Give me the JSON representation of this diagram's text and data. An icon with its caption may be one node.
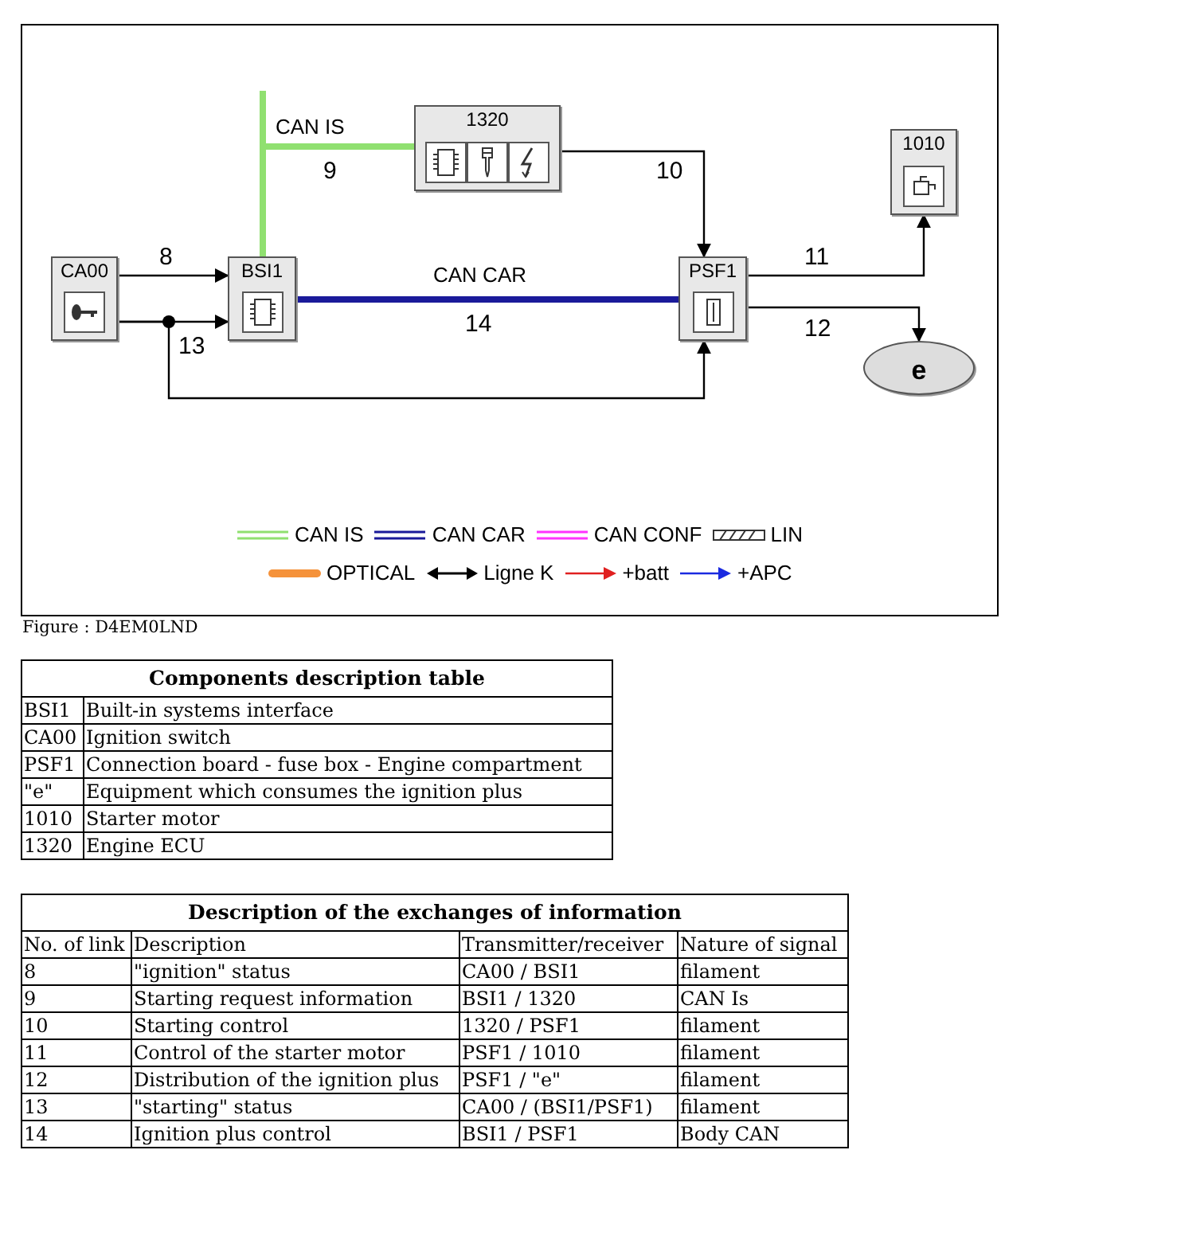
{
  "diagram": {
    "caption": "Figure : D4EM0LND",
    "nodes": [
      {
        "text": [
          "CA00"
        ]
      },
      {
        "text": [
          "BSI1"
        ]
      },
      {
        "text": [
          "1320"
        ]
      },
      {
        "text": [
          "PSF1"
        ]
      },
      {
        "text": [
          "1010"
        ]
      },
      {
        "text": [
          "e"
        ]
      }
    ],
    "edges": [
      {
        "from": 0,
        "to": 1,
        "arrow": "to",
        "label": "8"
      },
      {
        "from": 1,
        "to": 2,
        "arrow": "none",
        "label": "9",
        "style": "thick",
        "color": "#90e070"
      },
      {
        "from": 1,
        "to": null,
        "arrow": "none",
        "style": "thick",
        "color": "#90e070"
      },
      {
        "from": 2,
        "to": 3,
        "arrow": "to",
        "label": "10"
      },
      {
        "from": 3,
        "to": 4,
        "arrow": "to",
        "label": "11"
      },
      {
        "from": 3,
        "to": 5,
        "arrow": "to",
        "label": "12"
      },
      {
        "from": 0,
        "to": 1,
        "arrow": "to",
        "label": "13"
      },
      {
        "from": 0,
        "to": 3,
        "arrow": "to"
      },
      {
        "from": 1,
        "to": 3,
        "arrow": "none",
        "label": "14",
        "style": "thick",
        "color": "#1a1a9a"
      }
    ],
    "labels": [
      "CAN IS",
      "CAN CAR",
      "Components description table",
      "BSI1",
      "Built-in systems interface",
      "CA00",
      "Ignition switch",
      "PSF1",
      "Connection board - fuse box - Engine compartment",
      "\"e\"",
      "Equipment which consumes the ignition plus",
      "1010",
      "Starter motor",
      "1320",
      "Engine ECU",
      "Description of the exchanges of information",
      "No. of link",
      "Description",
      "Transmitter/receiver",
      "Nature of signal",
      "8",
      "\"ignition\" status",
      "CA00 / BSI1",
      "filament",
      "9",
      "Starting request information",
      "BSI1 / 1320",
      "CAN Is",
      "10",
      "Starting control",
      "1320 / PSF1",
      "filament",
      "11",
      "Control of the starter motor",
      "PSF1 / 1010",
      "filament",
      "12",
      "Distribution of the ignition plus",
      "PSF1 / \"e\"",
      "filament",
      "13",
      "\"starting\" status",
      "CA00 / (BSI1/PSF1)",
      "filament",
      "14",
      "Ignition plus control",
      "BSI1 / PSF1",
      "Body CAN"
    ],
    "legend": [
      {
        "text": "CAN IS"
      },
      {
        "text": "CAN CAR"
      },
      {
        "text": "CAN CONF"
      },
      {
        "text": "LIN"
      },
      {
        "text": "OPTICAL"
      },
      {
        "text": "Ligne K"
      },
      {
        "text": "+batt"
      },
      {
        "text": "+APC"
      }
    ]
  }
}
